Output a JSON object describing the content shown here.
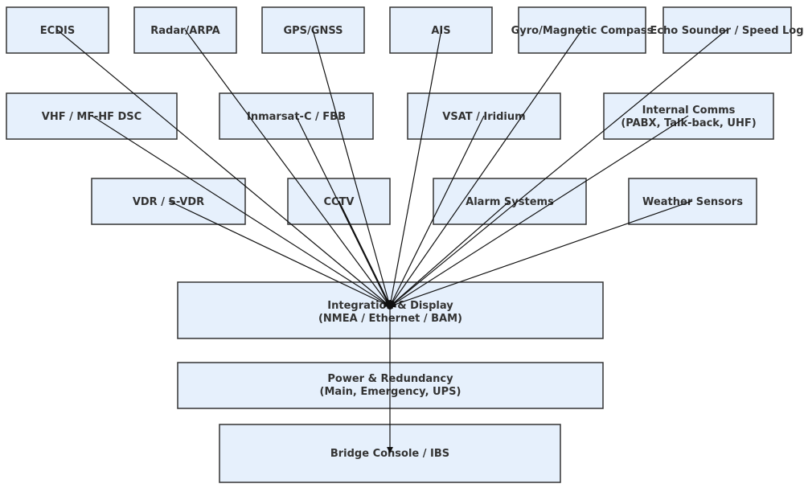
{
  "colors": {
    "node_fill": "#e6f0fc",
    "node_stroke": "#333333",
    "edge": "#111111",
    "text": "#333333"
  },
  "nodes": {
    "ecdis": {
      "lines": [
        "ECDIS"
      ]
    },
    "radar": {
      "lines": [
        "Radar/ARPA"
      ]
    },
    "gps": {
      "lines": [
        "GPS/GNSS"
      ]
    },
    "ais": {
      "lines": [
        "AIS"
      ]
    },
    "gyro": {
      "lines": [
        "Gyro/Magnetic Compass"
      ]
    },
    "echo": {
      "lines": [
        "Echo Sounder / Speed Log"
      ]
    },
    "vhf": {
      "lines": [
        "VHF / MF-HF DSC"
      ]
    },
    "inmarsat": {
      "lines": [
        "Inmarsat-C / FBB"
      ]
    },
    "vsat": {
      "lines": [
        "VSAT / Iridium"
      ]
    },
    "comms": {
      "lines": [
        "Internal Comms",
        "(PABX, Talk-back, UHF)"
      ]
    },
    "vdr": {
      "lines": [
        "VDR / S-VDR"
      ]
    },
    "cctv": {
      "lines": [
        "CCTV"
      ]
    },
    "alarm": {
      "lines": [
        "Alarm Systems"
      ]
    },
    "weather": {
      "lines": [
        "Weather Sensors"
      ]
    },
    "integration": {
      "lines": [
        "Integration & Display",
        "(NMEA / Ethernet / BAM)"
      ]
    },
    "power": {
      "lines": [
        "Power & Redundancy",
        "(Main, Emergency, UPS)"
      ]
    },
    "bridge": {
      "lines": [
        "Bridge Console / IBS"
      ]
    }
  },
  "edges": [
    {
      "from": "ecdis",
      "to": "integration"
    },
    {
      "from": "radar",
      "to": "integration"
    },
    {
      "from": "gps",
      "to": "integration"
    },
    {
      "from": "ais",
      "to": "integration"
    },
    {
      "from": "gyro",
      "to": "integration"
    },
    {
      "from": "echo",
      "to": "integration"
    },
    {
      "from": "vhf",
      "to": "integration"
    },
    {
      "from": "inmarsat",
      "to": "integration"
    },
    {
      "from": "vsat",
      "to": "integration"
    },
    {
      "from": "comms",
      "to": "integration"
    },
    {
      "from": "vdr",
      "to": "integration"
    },
    {
      "from": "cctv",
      "to": "integration"
    },
    {
      "from": "alarm",
      "to": "integration"
    },
    {
      "from": "weather",
      "to": "integration"
    },
    {
      "from": "integration",
      "to": "bridge"
    }
  ]
}
